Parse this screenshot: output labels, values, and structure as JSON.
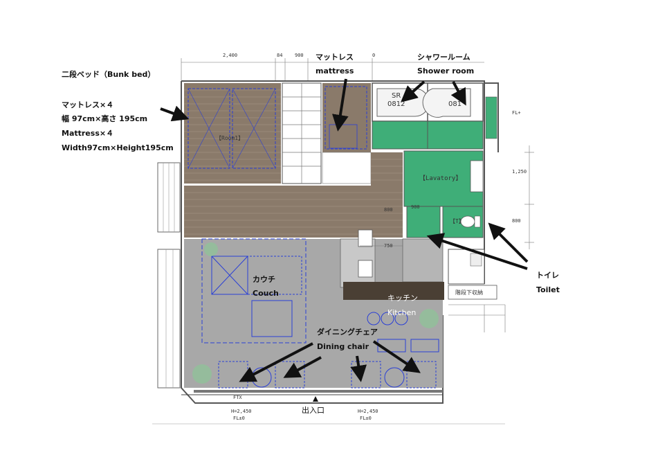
{
  "dimensions": {
    "top_2400": "2,400",
    "top_84": "84",
    "top_900": "900",
    "top_0": "0",
    "right_1250": "1,250",
    "right_900": "800",
    "kitchen_750": "750",
    "mid_800": "800",
    "mid_900": "900",
    "door_h_left": "H=2,450",
    "door_fl_left": "FL±0",
    "door_h_right": "H=2,450",
    "door_fl_right": "FL±0",
    "ftx": "FTX",
    "sr_left": "SR",
    "sr_left_num": "0812",
    "sr_right_num": "081"
  },
  "rooms": {
    "room1": "【Room1】",
    "lavatory": "【Lavatory】",
    "toilet_room": "【T】",
    "under_stairs": "階段下収納",
    "entrance": "出入口",
    "fl_plus": "FL+"
  },
  "annotations": {
    "bunk_bed_jp": "二段ベッド（Bunk bed）",
    "mattress4_jp": "マットレス×４",
    "size_jp": "幅 97cm×高さ 195cm",
    "mattress4_en": "Mattress×４",
    "size_en": "Width97cm×Height195cm",
    "mattress_jp": "マットレス",
    "mattress_en": "mattress",
    "shower_jp": "シャワールーム",
    "shower_en": "Shower room",
    "couch_jp": "カウチ",
    "couch_en": "Couch",
    "kitchen_jp": "キッチン",
    "kitchen_en": "Kitchen",
    "dining_jp": "ダイニングチェア",
    "dining_en": "Dining chair",
    "toilet_jp": "トイレ",
    "toilet_en": "Toilet"
  },
  "colors": {
    "wood": "#8a7a6a",
    "gray_floor": "#a8a8a8",
    "green": "#3fae78",
    "blue_line": "#2a3fd6",
    "wall": "#555555",
    "counter": "#4a3f34",
    "arrow": "#111111"
  }
}
